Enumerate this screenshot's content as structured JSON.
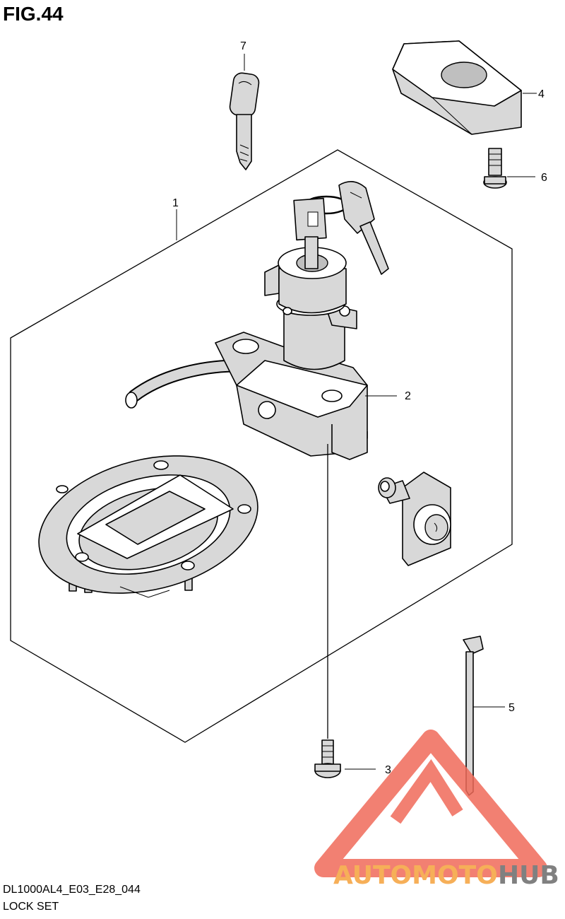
{
  "figure": {
    "title": "FIG.44",
    "code": "DL1000AL4_E03_E28_044",
    "name": "LOCK SET"
  },
  "callouts": [
    {
      "id": "c1",
      "label": "1"
    },
    {
      "id": "c2",
      "label": "2"
    },
    {
      "id": "c3",
      "label": "3"
    },
    {
      "id": "c4",
      "label": "4"
    },
    {
      "id": "c5",
      "label": "5"
    },
    {
      "id": "c6",
      "label": "6"
    },
    {
      "id": "c7",
      "label": "7"
    }
  ],
  "watermark": {
    "text_part1": "AUTOMOTO",
    "text_part2": "HUB",
    "color_primary": "#f06b5a",
    "color_secondary": "#f5a23c",
    "color_tertiary": "#6b6b6b"
  }
}
